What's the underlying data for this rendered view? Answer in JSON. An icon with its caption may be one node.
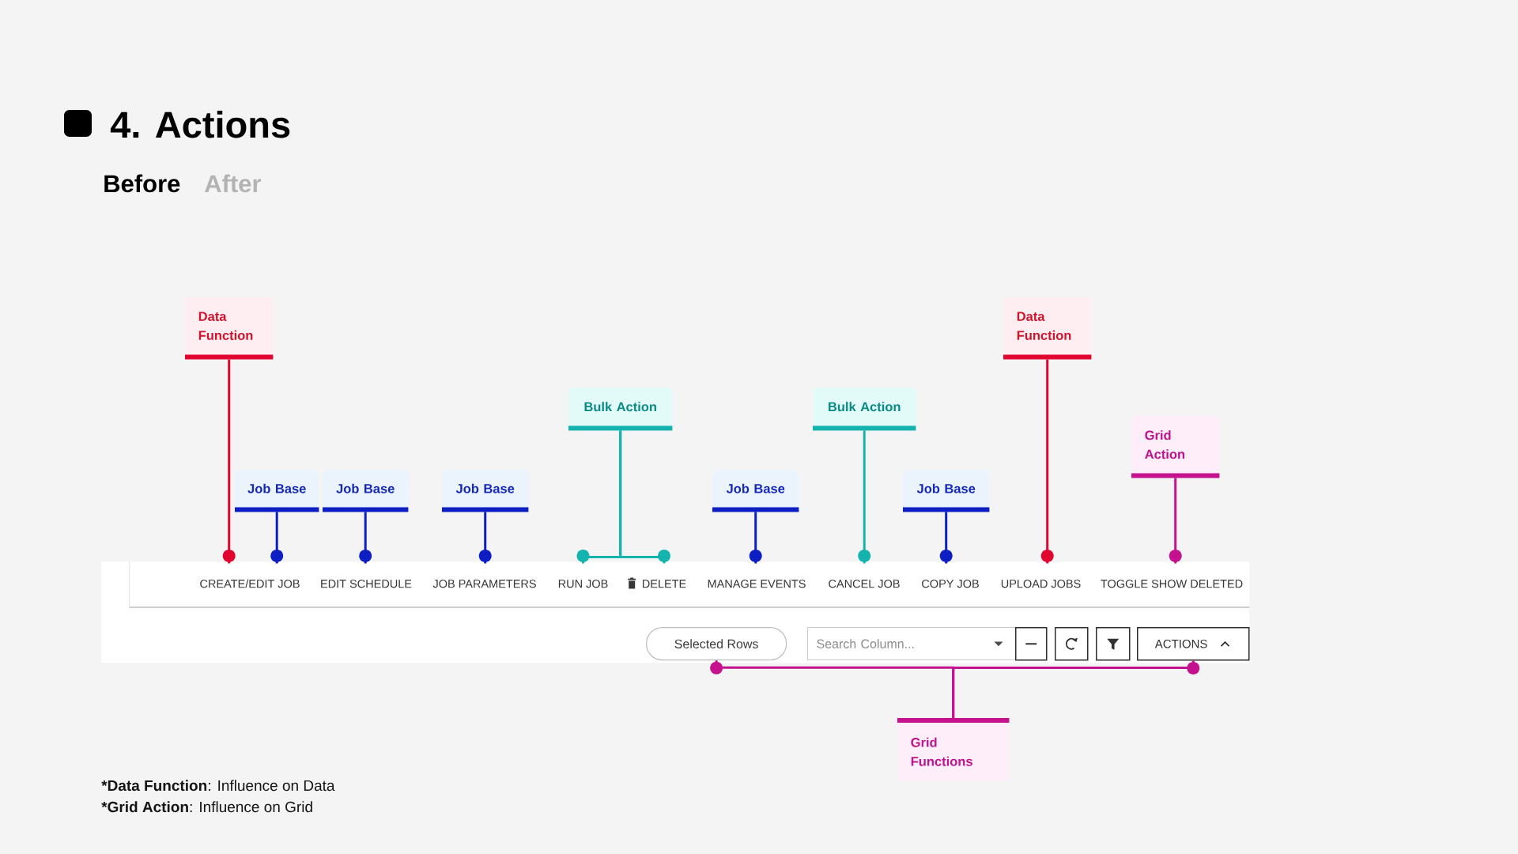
{
  "diagram": {
    "title": "4. Actions",
    "nodes": [
      {
        "text": [
          "Data Function"
        ]
      },
      {
        "text": [
          "Job Base"
        ]
      },
      {
        "text": [
          "Job Base"
        ]
      },
      {
        "text": [
          "Job Base"
        ]
      },
      {
        "text": [
          "Bulk Action"
        ]
      },
      {
        "text": [
          "Job Base"
        ]
      },
      {
        "text": [
          "Bulk Action"
        ]
      },
      {
        "text": [
          "Job Base"
        ]
      },
      {
        "text": [
          "Data Function"
        ]
      },
      {
        "text": [
          "Grid Action"
        ]
      },
      {
        "text": [],
        "shape": "box"
      },
      {
        "text": [
          "CREATE/EDIT JOB"
        ],
        "in": 10
      },
      {
        "text": [
          "EDIT SCHEDULE"
        ],
        "in": 10
      },
      {
        "text": [
          "JOB PARAMETERS"
        ],
        "in": 10
      },
      {
        "text": [
          "RUN JOB"
        ],
        "in": 10
      },
      {
        "text": [
          "DELETE"
        ],
        "in": 10
      },
      {
        "text": [
          "MANAGE EVENTS"
        ],
        "in": 10
      },
      {
        "text": [
          "CANCEL JOB"
        ],
        "in": 10
      },
      {
        "text": [
          "COPY JOB"
        ],
        "in": 10
      },
      {
        "text": [
          "UPLOAD JOBS"
        ],
        "in": 10
      },
      {
        "text": [
          "TOGGLE SHOW DELETED"
        ],
        "in": 10
      },
      {
        "text": [
          "Selected Rows"
        ],
        "in": 10
      },
      {
        "text": [
          "Search Column..."
        ],
        "in": 10
      },
      {
        "text": [],
        "shape": "box",
        "in": 10
      },
      {
        "text": [],
        "shape": "box",
        "in": 10
      },
      {
        "text": [],
        "shape": "box",
        "in": 10
      },
      {
        "text": [
          "ACTIONS"
        ],
        "in": 10
      },
      {
        "text": [
          "Grid Functions"
        ]
      }
    ],
    "edges": [
      {
        "from": 0,
        "to": 11,
        "arrow": "other",
        "color": "#e0062f"
      },
      {
        "from": 1,
        "to": 11,
        "arrow": "other"
      },
      {
        "from": 2,
        "to": 12,
        "arrow": "other"
      },
      {
        "from": 3,
        "to": 13,
        "arrow": "other"
      },
      {
        "from": 4,
        "to": 14,
        "arrow": "other",
        "color": "#14b3ae"
      },
      {
        "from": 4,
        "to": 15,
        "arrow": "other",
        "color": "#14b3ae"
      },
      {
        "from": 5,
        "to": 16,
        "arrow": "other"
      },
      {
        "from": 6,
        "to": 17,
        "arrow": "other",
        "color": "#14b3ae"
      },
      {
        "from": 7,
        "to": 18,
        "arrow": "other"
      },
      {
        "from": 8,
        "to": 19,
        "arrow": "other",
        "color": "#e0062f"
      },
      {
        "from": 9,
        "to": 20,
        "arrow": "other",
        "color": "#c4118e"
      },
      {
        "from": 27,
        "to": 21,
        "arrow": "other",
        "color": "#c4118e"
      },
      {
        "from": 27,
        "to": 26,
        "arrow": "other",
        "color": "#c4118e"
      }
    ],
    "labels": [
      "Before",
      "After",
      "***Data Function**: Influence on Data",
      "***Grid Action**: Influence on Grid"
    ]
  }
}
